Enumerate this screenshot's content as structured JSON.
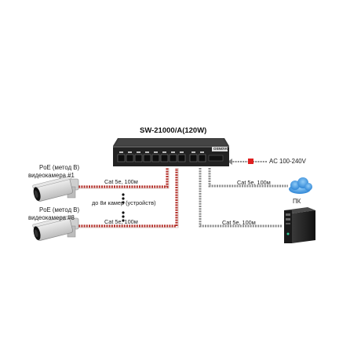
{
  "switch": {
    "model_title": "SW-21000/A(120W)",
    "brand": "OSNOVO"
  },
  "power": {
    "label": "AC 100-240V"
  },
  "cameras": [
    {
      "line1": "PoE (метод B)",
      "line2": "видеокамера #1",
      "cable": "Cat 5e, 100м"
    },
    {
      "line1": "PoE (метод B)",
      "line2": "видеокамера #8",
      "cable": "Cat 5e, 100м"
    }
  ],
  "more_devices_label": "до 8и камер (устройств)",
  "uplink": {
    "cable": "Cat 5e, 100м"
  },
  "pc": {
    "label": "ПК",
    "cable": "Cat 5e, 100м"
  },
  "colors": {
    "cable_red": "#b5312b",
    "cable_gray": "#8a8a8a",
    "switch_body": "#2b2b2b",
    "cloud": "#5aa6e6",
    "power_marker": "#e02020"
  },
  "icons": [
    "network-switch-icon",
    "security-camera-icon",
    "cloud-icon",
    "pc-tower-icon",
    "power-plug-icon"
  ]
}
